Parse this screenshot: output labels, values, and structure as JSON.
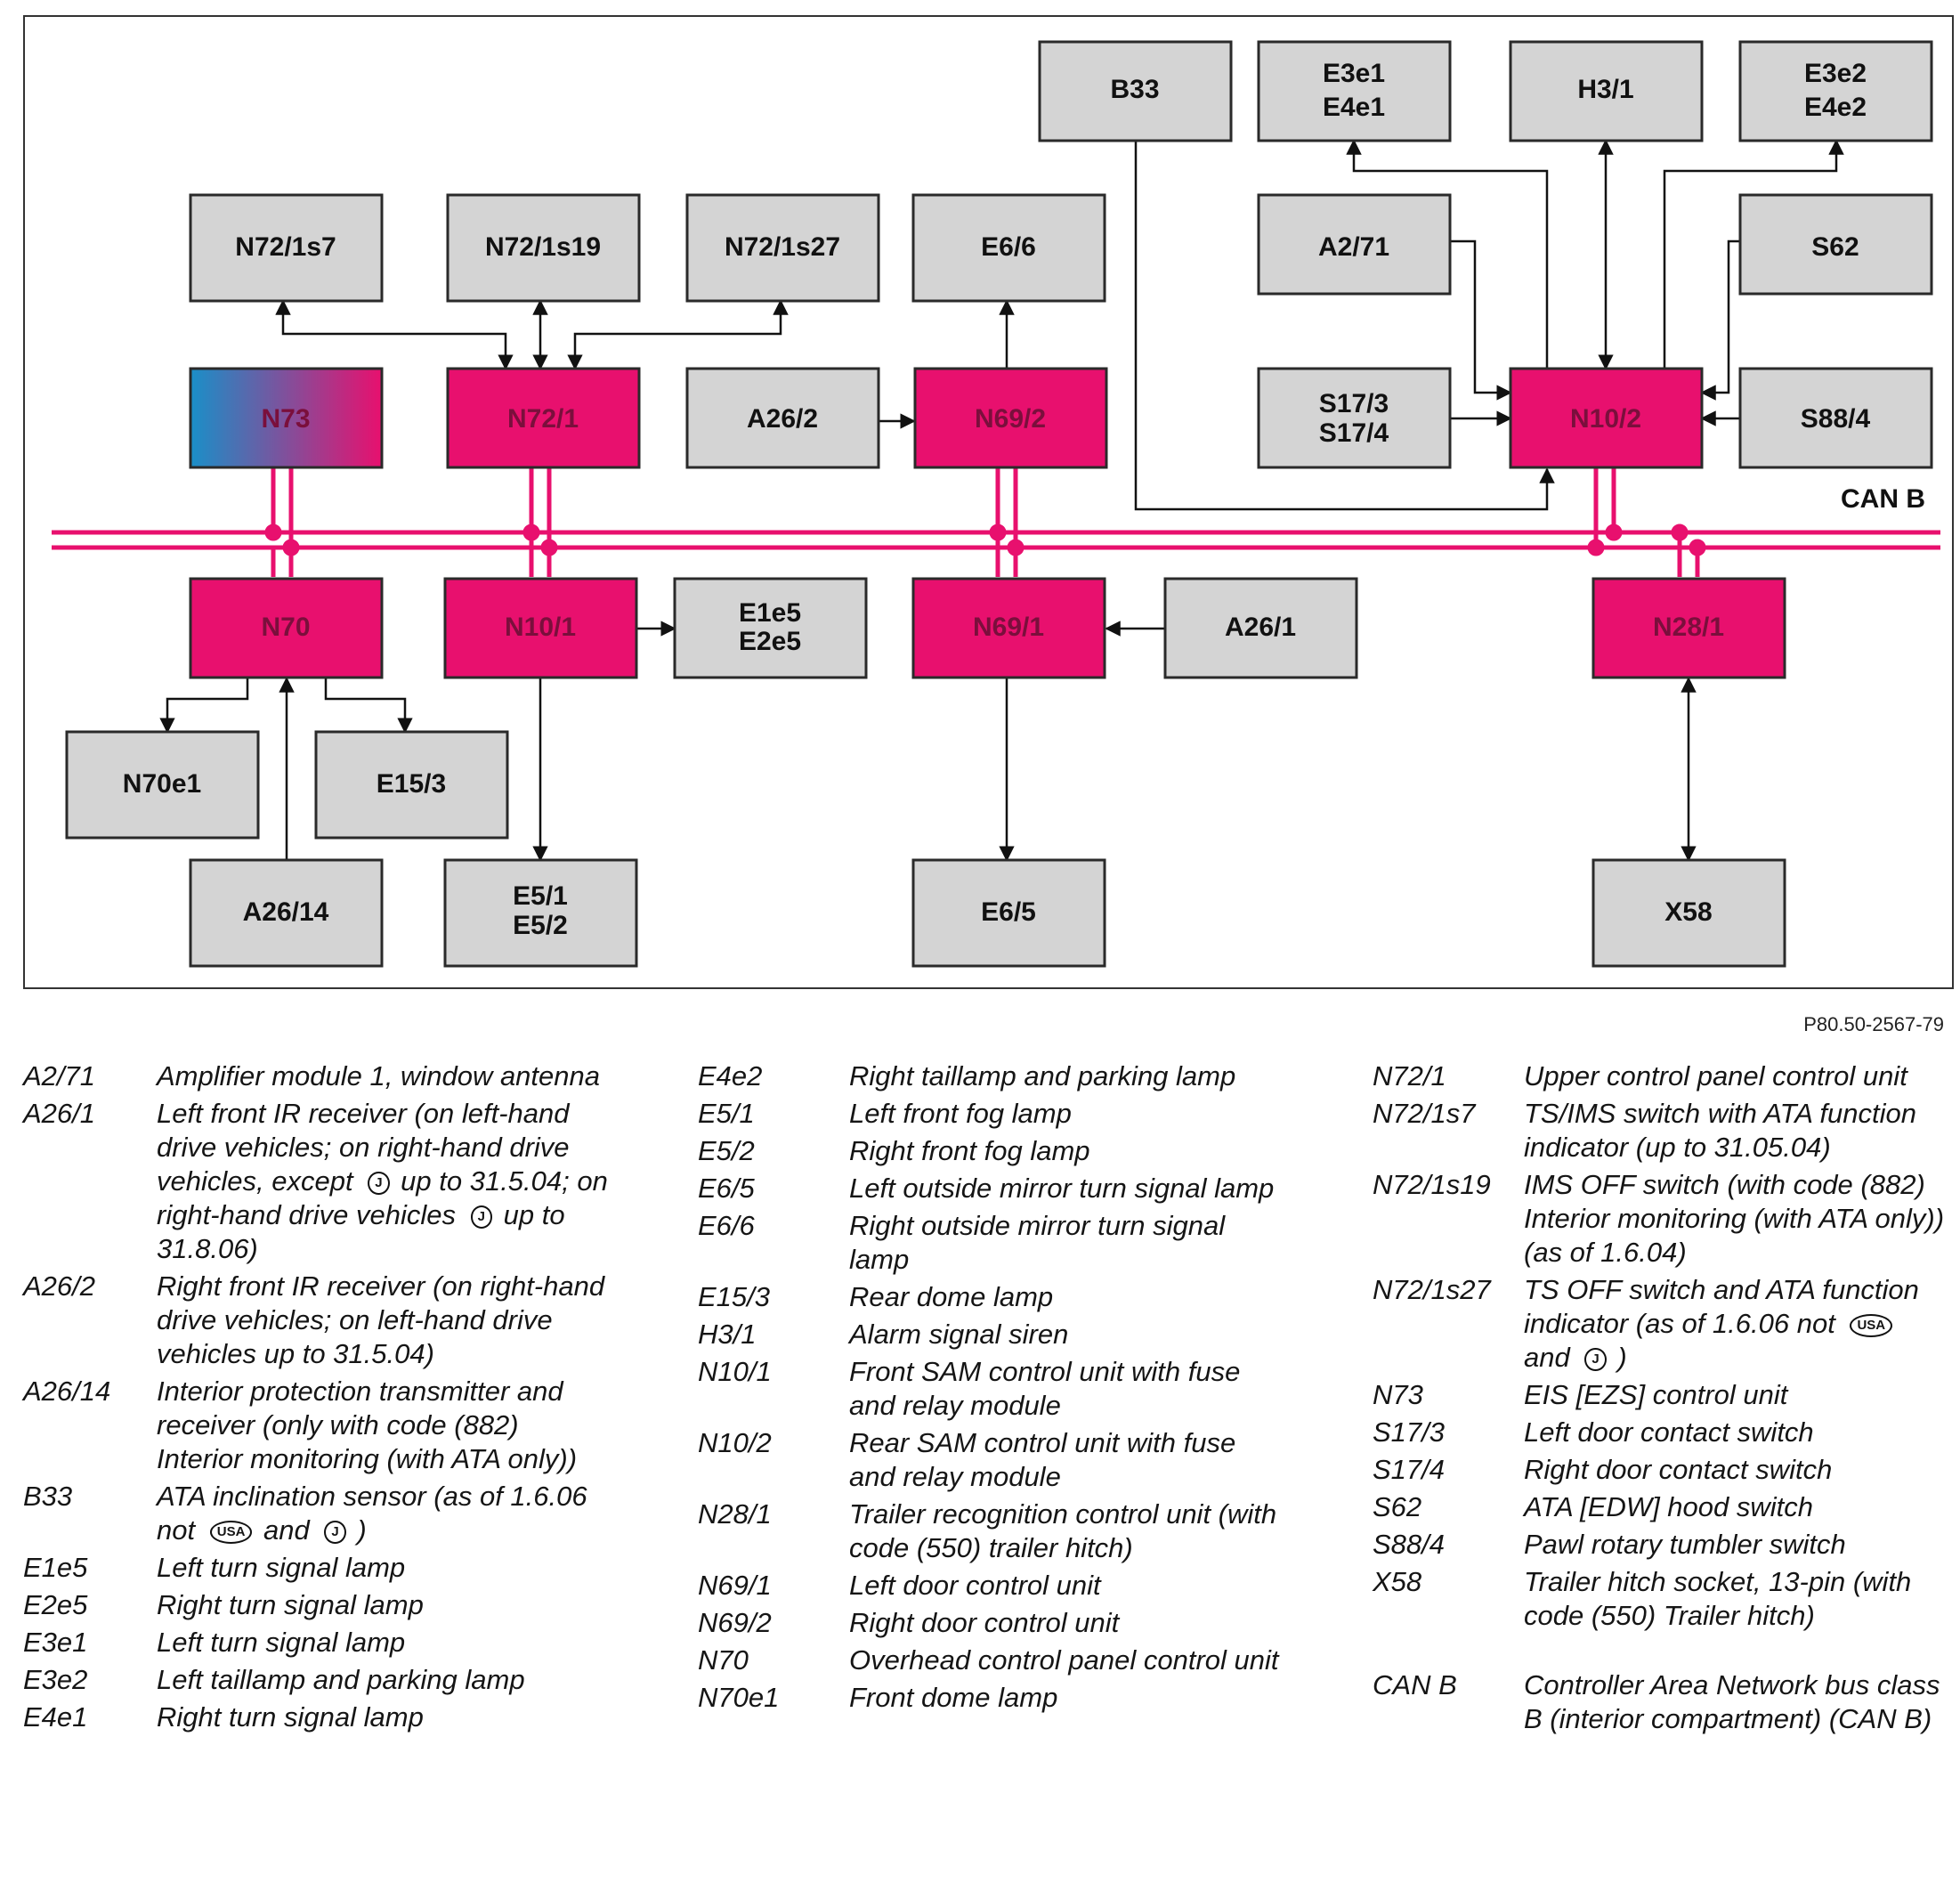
{
  "diagram": {
    "bus_label": "CAN B",
    "colors": {
      "control_unit": "#e8106e",
      "component": "#d4d4d4",
      "bus": "#e8106e",
      "gradient_start": "#1a8fc8",
      "gradient_end": "#e8106e"
    },
    "nodes": {
      "B33": "B33",
      "E3e1": "E3e1",
      "E4e1": "E4e1",
      "H3_1": "H3/1",
      "E3e2": "E3e2",
      "E4e2": "E4e2",
      "N72_1s7": "N72/1s7",
      "N72_1s19": "N72/1s19",
      "N72_1s27": "N72/1s27",
      "E6_6": "E6/6",
      "A2_71": "A2/71",
      "S62": "S62",
      "N73": "N73",
      "N72_1": "N72/1",
      "A26_2": "A26/2",
      "N69_2": "N69/2",
      "S17_3": "S17/3",
      "S17_4": "S17/4",
      "N10_2": "N10/2",
      "S88_4": "S88/4",
      "N70": "N70",
      "N10_1": "N10/1",
      "E1e5": "E1e5",
      "E2e5": "E2e5",
      "N69_1": "N69/1",
      "A26_1": "A26/1",
      "N28_1": "N28/1",
      "N70e1": "N70e1",
      "E15_3": "E15/3",
      "A26_14": "A26/14",
      "E5_1": "E5/1",
      "E5_2": "E5/2",
      "E6_5": "E6/5",
      "X58": "X58"
    }
  },
  "reference_id": "P80.50-2567-79",
  "legend": {
    "col1": [
      {
        "code": "A2/71",
        "desc": "Amplifier module 1, window antenna"
      },
      {
        "code": "A26/1",
        "desc": "Left front IR receiver (on left-hand drive vehicles; on right-hand drive vehicles, except",
        "badge1": "J",
        "desc2": "up to 31.5.04; on right-hand drive vehicles",
        "badge2": "J",
        "desc3": "up to 31.8.06)"
      },
      {
        "code": "A26/2",
        "desc": "Right front IR receiver (on right-hand drive vehicles; on left-hand drive vehicles up to 31.5.04)"
      },
      {
        "code": "A26/14",
        "desc": "Interior protection transmitter and receiver (only with code (882) Interior monitoring (with ATA only))"
      },
      {
        "code": "B33",
        "desc": "ATA inclination sensor (as of 1.6.06 not",
        "badge1": "USA",
        "desc2": "and",
        "badge2": "J",
        "desc3": ")"
      },
      {
        "code": "E1e5",
        "desc": "Left turn signal lamp"
      },
      {
        "code": "E2e5",
        "desc": "Right turn signal lamp"
      },
      {
        "code": "E3e1",
        "desc": "Left turn signal lamp"
      },
      {
        "code": "E3e2",
        "desc": "Left taillamp and parking lamp"
      },
      {
        "code": "E4e1",
        "desc": "Right turn signal lamp"
      }
    ],
    "col2": [
      {
        "code": "E4e2",
        "desc": "Right taillamp and parking lamp"
      },
      {
        "code": "E5/1",
        "desc": "Left front fog lamp"
      },
      {
        "code": "E5/2",
        "desc": "Right front fog lamp"
      },
      {
        "code": "E6/5",
        "desc": "Left outside mirror turn signal lamp"
      },
      {
        "code": "E6/6",
        "desc": "Right outside mirror turn signal lamp"
      },
      {
        "code": "E15/3",
        "desc": "Rear dome lamp"
      },
      {
        "code": "H3/1",
        "desc": "Alarm signal siren"
      },
      {
        "code": "N10/1",
        "desc": "Front SAM control unit with fuse and relay module"
      },
      {
        "code": "N10/2",
        "desc": "Rear SAM control unit with fuse and relay module"
      },
      {
        "code": "N28/1",
        "desc": "Trailer recognition control unit (with code (550) trailer hitch)"
      },
      {
        "code": "N69/1",
        "desc": "Left door control unit"
      },
      {
        "code": "N69/2",
        "desc": "Right door control unit"
      },
      {
        "code": "N70",
        "desc": "Overhead control panel control unit"
      },
      {
        "code": "N70e1",
        "desc": "Front dome lamp"
      }
    ],
    "col3": [
      {
        "code": "N72/1",
        "desc": "Upper control panel control unit"
      },
      {
        "code": "N72/1s7",
        "desc": "TS/IMS switch with ATA function indicator (up to 31.05.04)"
      },
      {
        "code": "N72/1s19",
        "desc": "IMS OFF switch (with code (882) Interior monitoring (with ATA only)) (as of 1.6.04)"
      },
      {
        "code": "N72/1s27",
        "desc": "TS OFF switch and ATA function indicator (as of 1.6.06 not",
        "badge1": "USA",
        "desc2": "and",
        "badge2": "J",
        "desc3": ")"
      },
      {
        "code": "N73",
        "desc": "EIS [EZS] control unit"
      },
      {
        "code": "S17/3",
        "desc": "Left door contact switch"
      },
      {
        "code": "S17/4",
        "desc": "Right door contact switch"
      },
      {
        "code": "S62",
        "desc": "ATA [EDW] hood switch"
      },
      {
        "code": "S88/4",
        "desc": "Pawl rotary tumbler switch"
      },
      {
        "code": "X58",
        "desc": "Trailer hitch socket, 13-pin (with code (550) Trailer hitch)"
      },
      {
        "code": "CAN B",
        "desc": "Controller Area Network bus class B (interior compartment) (CAN B)"
      }
    ]
  }
}
